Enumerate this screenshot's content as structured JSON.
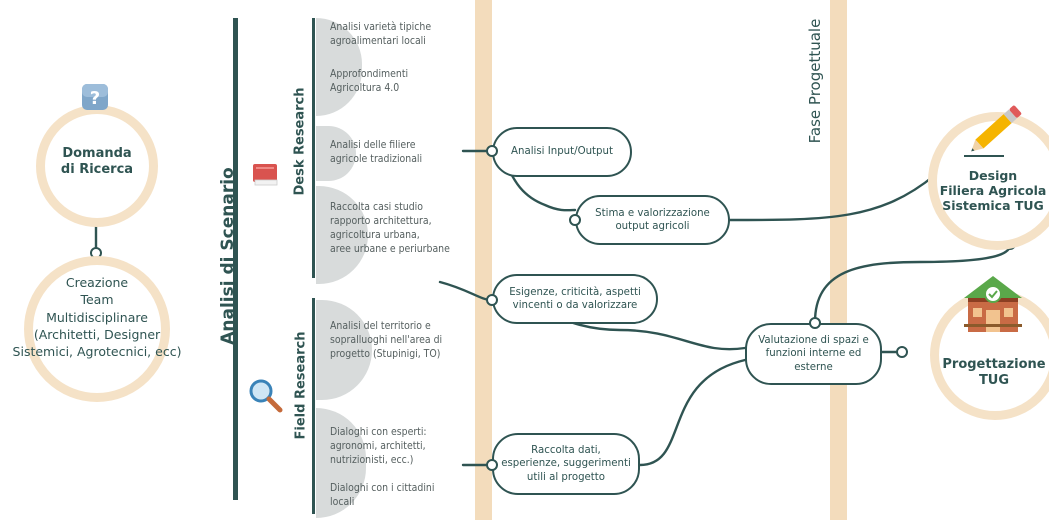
{
  "left": {
    "question_title": "Domanda\ndi Ricerca",
    "team_text": "Creazione\nTeam\nMultidisciplinare\n(Architetti, Designer\nSistemici, Agrotecnici, ecc)"
  },
  "scenario": {
    "title": "Analisi di Scenario",
    "desk_label": "Desk Research",
    "field_label": "Field Research"
  },
  "research_items": {
    "d1": "Analisi varietà tipiche\nagroalimentari locali",
    "d2": "Approfondimenti\nAgricoltura 4.0",
    "d3": "Analisi delle filiere\nagricole tradizionali",
    "d4": "Raccolta casi studio\nrapporto architettura,\nagricoltura urbana,\naree urbane e periurbane",
    "f1": "Analisi del territorio e\nsopralluoghi nell'area di\nprogetto (Stupinigi, TO)",
    "f2": "Dialoghi con esperti:\nagronomi, architetti,\nnutrizionisti, ecc.)",
    "f3": "Dialoghi con i cittadini\nlocali"
  },
  "process": {
    "p1": "Analisi Input/Output",
    "p2": "Stima e valorizzazione\noutput agricoli",
    "p3": "Esigenze, criticità, aspetti\nvincenti o da valorizzare",
    "p4": "Raccolta dati,\nesperienze, suggerimenti\nutili al progetto",
    "p5": "Valutazione di spazi e\nfunzioni interne ed\nesterne"
  },
  "phase_label": "Fase Progettuale",
  "outputs": {
    "design_title": "Design\nFiliera Agricola\nSistemica TUG",
    "tug_title": "Progettazione\nTUG"
  },
  "colors": {
    "teal": "#2f5452",
    "beige": "#f3dcbc",
    "grey": "#d8dbdb"
  },
  "icons": [
    "question-icon",
    "book-icon",
    "magnifier-icon",
    "pencil-icon",
    "greenhouse-icon"
  ]
}
